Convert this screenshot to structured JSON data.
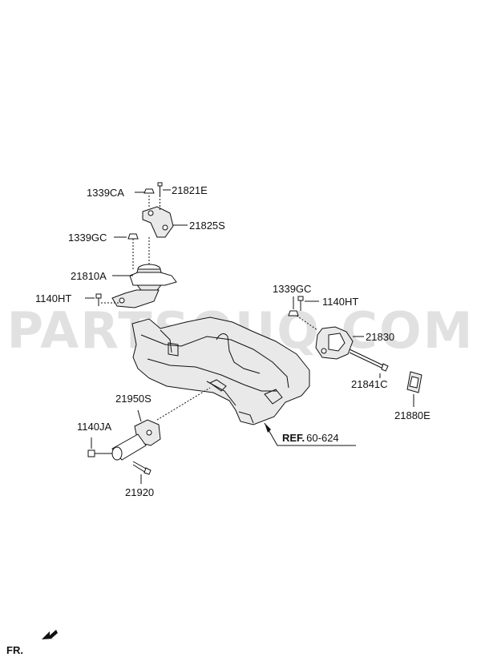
{
  "watermark": "PARTSOUQ.COM",
  "direction": {
    "label": "FR."
  },
  "reference": {
    "prefix": "REF.",
    "number": "60-624"
  },
  "callouts": [
    "1339CA",
    "21821E",
    "21825S",
    "1339GC",
    "21810A",
    "1140HT",
    "1339GC",
    "1140HT",
    "21830",
    "21841C",
    "21880E",
    "21950S",
    "1140JA",
    "21920"
  ]
}
